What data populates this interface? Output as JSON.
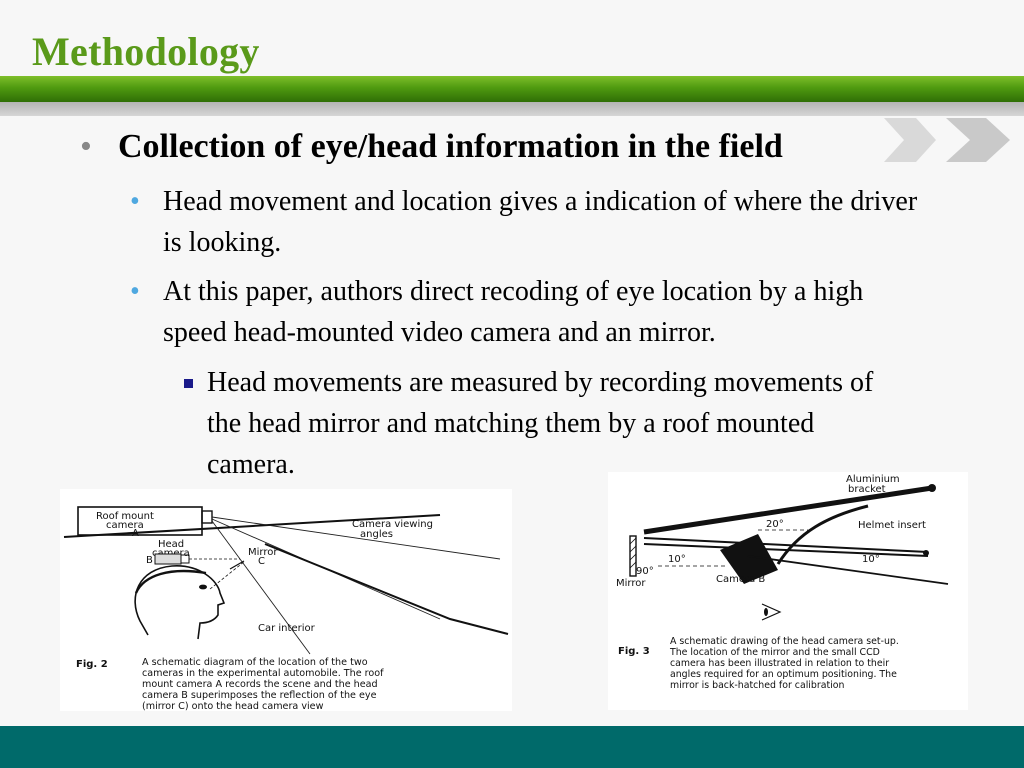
{
  "slide": {
    "title": "Methodology"
  },
  "bullets": {
    "main": "Collection of eye/head information in the field",
    "sub1": "Head movement and location gives a indication of where the driver is looking.",
    "sub2": "At this paper, authors direct recoding of eye location by a high speed head-mounted video camera and an mirror.",
    "subsub1": "Head movements are measured by recording movements of the head mirror and matching them by a roof mounted camera."
  },
  "figure2": {
    "roof_label_1": "Roof mount",
    "roof_label_2": "camera",
    "roof_label_3": "A",
    "viewing_1": "Camera viewing",
    "viewing_2": "angles",
    "head_cam_1": "Head",
    "head_cam_2": "camera",
    "b_label": "B",
    "mirror_1": "Mirror",
    "mirror_2": "C",
    "interior": "Car interior",
    "fig_num": "Fig. 2",
    "caption_1": "A schematic diagram of the location of the two",
    "caption_2": "cameras in the experimental automobile. The roof",
    "caption_3": "mount camera A records the scene and the head",
    "caption_4": "camera B superimposes the reflection of the eye",
    "caption_5": "(mirror C) onto the head camera view"
  },
  "figure3": {
    "alu_1": "Aluminium",
    "alu_2": "bracket",
    "angle_20": "20°",
    "helmet": "Helmet insert",
    "angle_10a": "10°",
    "angle_10b": "10°",
    "angle_90": "90°",
    "mirror": "Mirror",
    "camera_b": "Camera B",
    "fig_num": "Fig. 3",
    "caption_1": "A schematic drawing of the head camera set-up.",
    "caption_2": "The location of the mirror and the small CCD",
    "caption_3": "camera has been illustrated in relation to their",
    "caption_4": "angles required for an optimum positioning. The",
    "caption_5": "mirror is back-hatched for calibration"
  },
  "colors": {
    "title_green": "#5a9a1a",
    "band_green": "#4f9a10",
    "footer_teal": "#006a6a",
    "bullet_blue": "#4fa8e0",
    "bullet_navy": "#1a1a8a"
  }
}
